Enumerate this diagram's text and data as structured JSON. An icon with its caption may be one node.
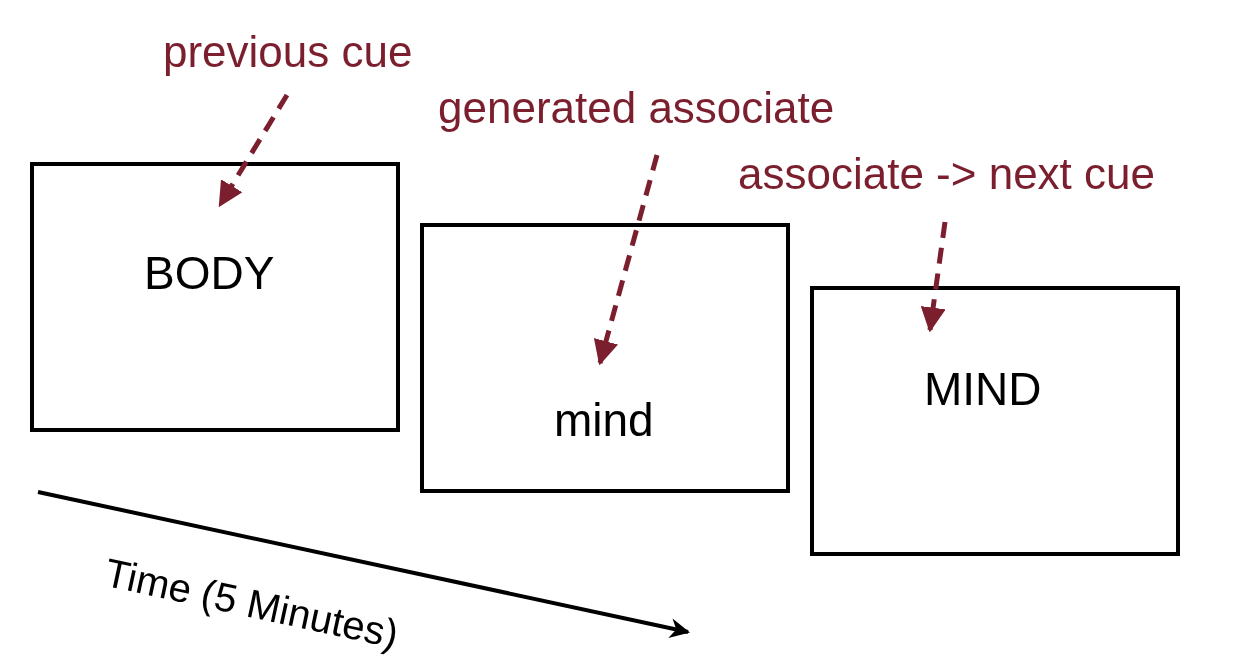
{
  "diagram": {
    "nodes": [
      {
        "text": [
          "previous cue"
        ]
      },
      {
        "text": [
          "BODY"
        ]
      },
      {
        "text": [
          "generated associate"
        ]
      },
      {
        "text": [
          "mind"
        ]
      },
      {
        "text": [
          "associate -> next cue"
        ]
      },
      {
        "text": [
          "MIND"
        ]
      }
    ],
    "edges": [
      {
        "from": 0,
        "to": 1,
        "arrow": "to",
        "style": "dashed"
      },
      {
        "from": 2,
        "to": 3,
        "arrow": "to",
        "style": "dashed"
      },
      {
        "from": 4,
        "to": 5,
        "arrow": "to",
        "style": "dashed"
      }
    ],
    "labels": [
      "Time (5 Minutes)"
    ]
  }
}
